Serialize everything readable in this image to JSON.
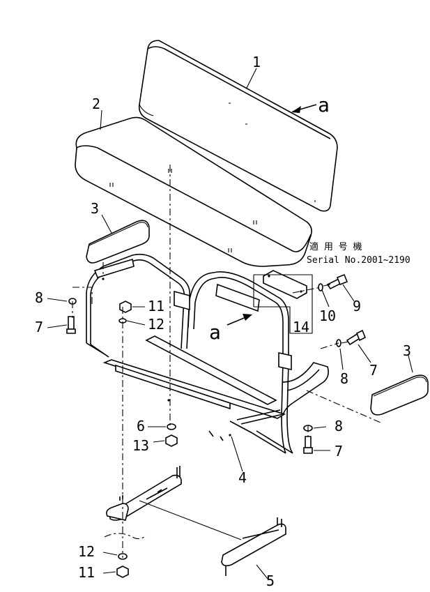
{
  "callouts": {
    "c1": "1",
    "c2": "2",
    "c3a": "3",
    "c3b": "3",
    "c4": "4",
    "c5": "5",
    "c6": "6",
    "c7a": "7",
    "c7b": "7",
    "c7c": "7",
    "c8a": "8",
    "c8b": "8",
    "c8c": "8",
    "c9": "9",
    "c10": "10",
    "c11a": "11",
    "c11b": "11",
    "c12a": "12",
    "c12b": "12",
    "c13": "13",
    "c14": "14"
  },
  "view_marker": {
    "top": "a",
    "bottom": "a"
  },
  "serial_note": {
    "line1": "適 用 号 機",
    "line2": "Serial No.2001~2190"
  }
}
